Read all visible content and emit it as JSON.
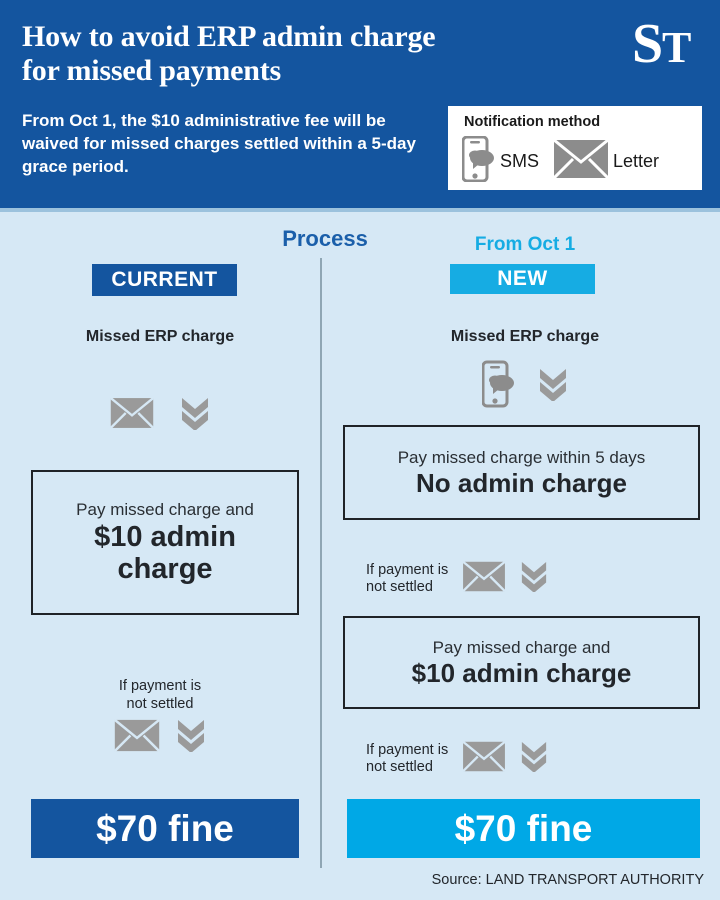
{
  "header": {
    "title": "How to avoid ERP admin charge for missed payments",
    "subtitle": "From Oct 1, the $10 administrative fee will be waived for missed charges settled within a 5-day grace period.",
    "logo_text": "ST",
    "brand_color": "#14559f"
  },
  "notification_legend": {
    "title": "Notification method",
    "items": [
      {
        "icon": "sms-phone-icon",
        "label": "SMS"
      },
      {
        "icon": "letter-envelope-icon",
        "label": "Letter"
      }
    ]
  },
  "process": {
    "heading": "Process",
    "accent_color": "#1b5faa"
  },
  "current_column": {
    "badge": "CURRENT",
    "badge_color": "#14559f",
    "step_heading": "Missed ERP charge",
    "notify_icon": "letter-envelope-icon",
    "arrow_icon": "double-chevron-down-icon",
    "outcome_box": {
      "line1": "Pay missed charge and",
      "line2": "$10 admin",
      "line3": "charge"
    },
    "escalation_note_line1": "If payment is",
    "escalation_note_line2": "not settled",
    "escalation_icon": "letter-envelope-icon",
    "escalation_arrow": "double-chevron-down-icon",
    "fine": "$70 fine",
    "fine_color": "#14559f"
  },
  "new_column": {
    "eyebrow": "From Oct 1",
    "badge": "NEW",
    "badge_color": "#16ace3",
    "step_heading": "Missed ERP charge",
    "notify_icon": "sms-phone-icon",
    "arrow_icon": "double-chevron-down-icon",
    "outcome_box_1": {
      "line1": "Pay missed charge within 5 days",
      "line2": "No admin charge"
    },
    "escalation_note_1_line1": "If payment is",
    "escalation_note_1_line2": "not settled",
    "escalation_icon_1": "letter-envelope-icon",
    "escalation_arrow_1": "double-chevron-down-icon",
    "outcome_box_2": {
      "line1": "Pay missed charge and",
      "line2": "$10 admin charge"
    },
    "escalation_note_2_line1": "If payment is",
    "escalation_note_2_line2": "not settled",
    "escalation_icon_2": "letter-envelope-icon",
    "escalation_arrow_2": "double-chevron-down-icon",
    "fine": "$70 fine",
    "fine_color": "#00a8e6"
  },
  "footer": {
    "source": "Source: LAND TRANSPORT AUTHORITY"
  }
}
